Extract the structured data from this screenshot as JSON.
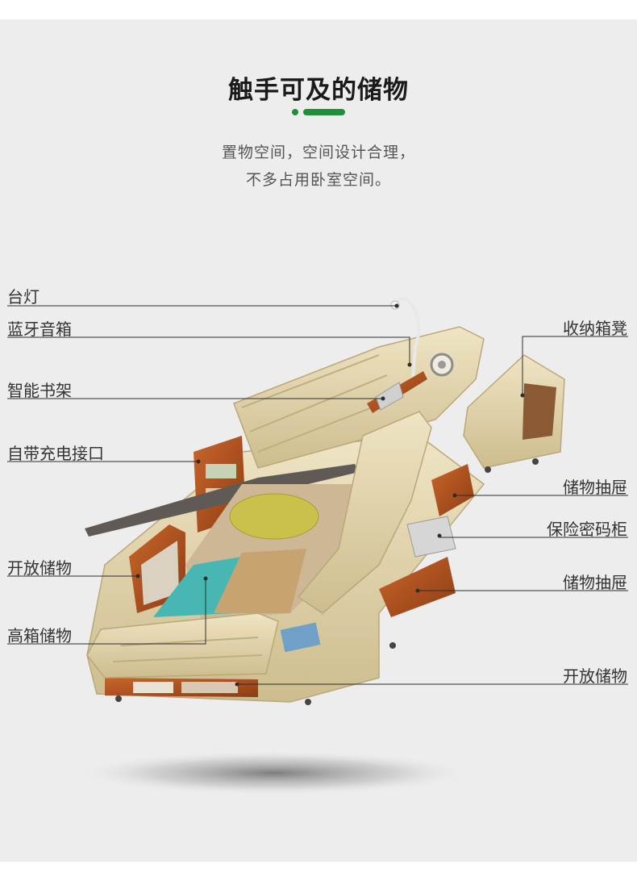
{
  "header": {
    "title": "触手可及的储物",
    "subtitle_line1": "置物空间，空间设计合理，",
    "subtitle_line2": "不多占用卧室空间。"
  },
  "theme": {
    "accent": "#1f8f3a",
    "leather": "#e2d5ae",
    "wood": "#b5531f",
    "background": "#ededed"
  },
  "callouts": {
    "lamp": "台灯",
    "bluetooth_speaker": "蓝牙音箱",
    "bookshelf": "智能书架",
    "charging_port": "自带充电接口",
    "open_storage_left": "开放储物",
    "high_box_storage": "高箱储物",
    "storage_stool": "收纳箱凳",
    "drawer_upper": "储物抽屉",
    "safe": "保险密码柜",
    "drawer_lower": "储物抽屉",
    "open_storage_bottom": "开放储物"
  }
}
